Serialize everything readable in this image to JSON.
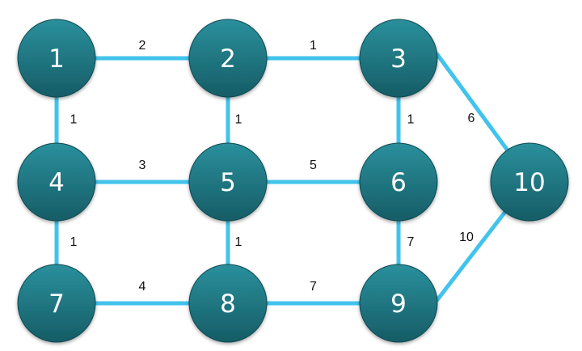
{
  "colors": {
    "edge": "#42c3ec",
    "node_top": "#2a909c",
    "node_bottom": "#165c66",
    "node_stroke": "#0f4a52",
    "node_text": "#ffffff",
    "weight_text": "#111111",
    "background": "#ffffff"
  },
  "nodes": [
    {
      "id": "1",
      "label": "1"
    },
    {
      "id": "2",
      "label": "2"
    },
    {
      "id": "3",
      "label": "3"
    },
    {
      "id": "4",
      "label": "4"
    },
    {
      "id": "5",
      "label": "5"
    },
    {
      "id": "6",
      "label": "6"
    },
    {
      "id": "7",
      "label": "7"
    },
    {
      "id": "8",
      "label": "8"
    },
    {
      "id": "9",
      "label": "9"
    },
    {
      "id": "10",
      "label": "10"
    }
  ],
  "edges": [
    {
      "from": "1",
      "to": "2",
      "weight": "2"
    },
    {
      "from": "2",
      "to": "3",
      "weight": "1"
    },
    {
      "from": "1",
      "to": "4",
      "weight": "1"
    },
    {
      "from": "2",
      "to": "5",
      "weight": "1"
    },
    {
      "from": "3",
      "to": "6",
      "weight": "1"
    },
    {
      "from": "3",
      "to": "10",
      "weight": "6"
    },
    {
      "from": "4",
      "to": "5",
      "weight": "3"
    },
    {
      "from": "5",
      "to": "6",
      "weight": "5"
    },
    {
      "from": "4",
      "to": "7",
      "weight": "1"
    },
    {
      "from": "5",
      "to": "8",
      "weight": "1"
    },
    {
      "from": "6",
      "to": "9",
      "weight": "7"
    },
    {
      "from": "9",
      "to": "10",
      "weight": "10"
    },
    {
      "from": "7",
      "to": "8",
      "weight": "4"
    },
    {
      "from": "8",
      "to": "9",
      "weight": "7"
    }
  ]
}
